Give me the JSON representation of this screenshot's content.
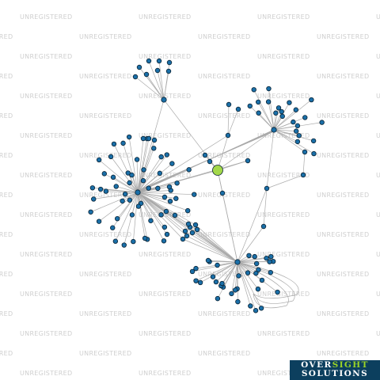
{
  "watermark": {
    "text": "UNREGISTERED"
  },
  "logo": {
    "line1_a": "OVER",
    "line1_b": "SIGHT",
    "line2": "SOLUTIONS"
  },
  "graph": {
    "focus_node_color": "#a3d84a",
    "node_color": "#1a6fa8",
    "edge_color": "#aaaaaa"
  }
}
